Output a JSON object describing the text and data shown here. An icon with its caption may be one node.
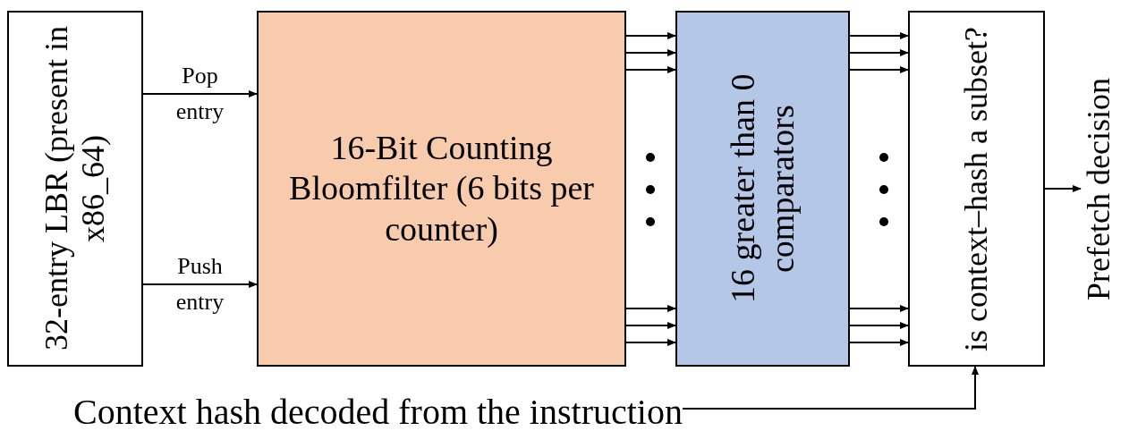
{
  "diagram": {
    "nodes": [
      {
        "text": [
          "32-entry LBR (present in x86_64)"
        ]
      },
      {
        "text": [
          "16-Bit Counting Bloomfilter (6 bits per counter)"
        ]
      },
      {
        "text": [
          "16 greater than 0 comparators"
        ]
      },
      {
        "text": [
          "is context–hash a subset?"
        ]
      },
      {
        "text": [
          "Prefetch decision"
        ]
      },
      {
        "text": [
          "Context hash decoded from the instruction"
        ]
      }
    ],
    "edges": [
      {
        "from": 0,
        "to": 1,
        "arrow": "to",
        "label": "Pop entry"
      },
      {
        "from": 0,
        "to": 1,
        "arrow": "to",
        "label": "Push entry"
      },
      {
        "from": 1,
        "to": 2,
        "arrow": "to"
      },
      {
        "from": 1,
        "to": 2,
        "arrow": "to"
      },
      {
        "from": 1,
        "to": 2,
        "arrow": "to"
      },
      {
        "from": 1,
        "to": 2,
        "arrow": "to"
      },
      {
        "from": 1,
        "to": 2,
        "arrow": "to"
      },
      {
        "from": 1,
        "to": 2,
        "arrow": "to"
      },
      {
        "from": 2,
        "to": 3,
        "arrow": "to"
      },
      {
        "from": 2,
        "to": 3,
        "arrow": "to"
      },
      {
        "from": 2,
        "to": 3,
        "arrow": "to"
      },
      {
        "from": 2,
        "to": 3,
        "arrow": "to"
      },
      {
        "from": 2,
        "to": 3,
        "arrow": "to"
      },
      {
        "from": 2,
        "to": 3,
        "arrow": "to"
      },
      {
        "from": 3,
        "to": 4,
        "arrow": "to"
      },
      {
        "from": 5,
        "to": 3,
        "arrow": "to"
      }
    ]
  }
}
